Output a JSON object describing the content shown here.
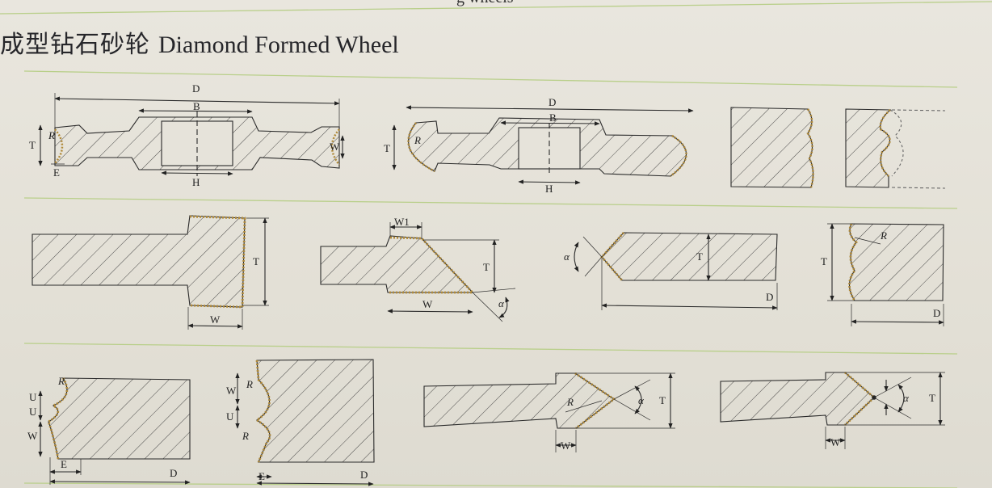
{
  "header": {
    "top_cut_text": "g wheels",
    "title_cn": "成型钻石砂轮",
    "title_en": "Diamond Formed Wheel"
  },
  "colors": {
    "accent_line": "#b9cf8a",
    "ink": "#2a2a2a",
    "diamond_grit": "#b08a3a"
  },
  "labels": {
    "D": "D",
    "B": "B",
    "H": "H",
    "T": "T",
    "R": "R",
    "E": "E",
    "W": "W",
    "W1": "W1",
    "U": "U",
    "alpha": "α"
  }
}
